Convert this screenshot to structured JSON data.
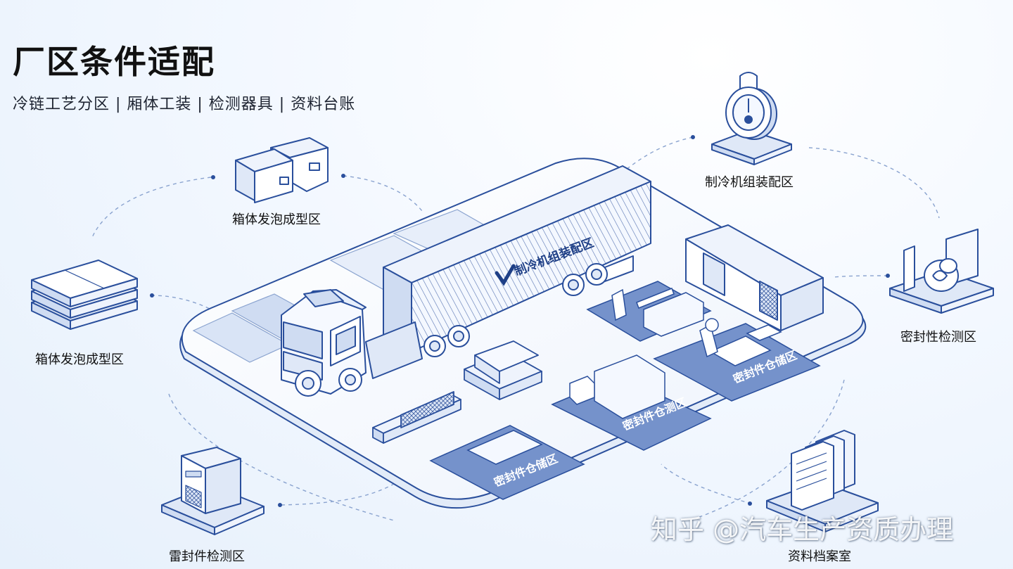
{
  "header": {
    "title": "厂区条件适配",
    "subtitle": "冷链工艺分区 | 厢体工装 | 检测器具 | 资料台账"
  },
  "labels": {
    "top_left": "箱体发泡成型区",
    "left": "箱体发泡成型区",
    "bottom_left": "雷封件检测区",
    "top_right": "制冷机组装配区",
    "right": "密封性检测区",
    "bottom_right": "资料档案室"
  },
  "zones": {
    "truck_sign": "制冷机组装配区",
    "zone_front": "密封件仓储区",
    "zone_middle": "密封件仓测区",
    "zone_right": "密封件仓储区"
  },
  "watermark": "知乎 @汽车生产资质办理",
  "colors": {
    "line": "#2a4f9c",
    "zone_fill": "#6f8fc9",
    "platform_fill": "#f7faff",
    "accent": "#1e3f86"
  }
}
